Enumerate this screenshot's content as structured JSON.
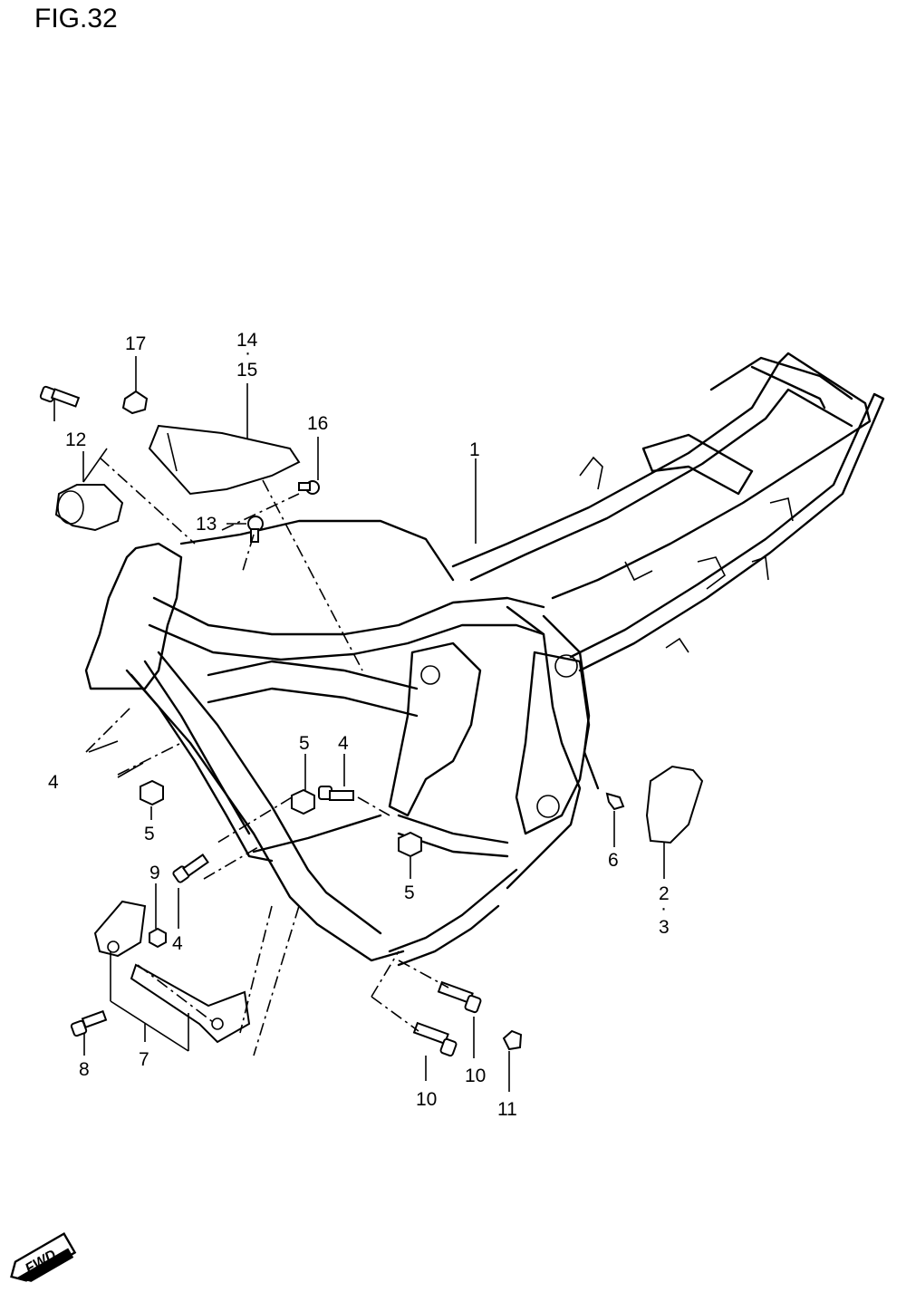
{
  "figure": {
    "title": "FIG.32"
  },
  "callouts": [
    {
      "id": "c1",
      "text": "1"
    },
    {
      "id": "c2",
      "text": "2"
    },
    {
      "id": "c2dot",
      "text": "·"
    },
    {
      "id": "c3",
      "text": "3"
    },
    {
      "id": "c4a",
      "text": "4"
    },
    {
      "id": "c4b",
      "text": "4"
    },
    {
      "id": "c4c",
      "text": "4"
    },
    {
      "id": "c5a",
      "text": "5"
    },
    {
      "id": "c5b",
      "text": "5"
    },
    {
      "id": "c5c",
      "text": "5"
    },
    {
      "id": "c6",
      "text": "6"
    },
    {
      "id": "c7",
      "text": "7"
    },
    {
      "id": "c8",
      "text": "8"
    },
    {
      "id": "c9",
      "text": "9"
    },
    {
      "id": "c10a",
      "text": "10"
    },
    {
      "id": "c10b",
      "text": "10"
    },
    {
      "id": "c11",
      "text": "11"
    },
    {
      "id": "c12",
      "text": "12"
    },
    {
      "id": "c13",
      "text": "13"
    },
    {
      "id": "c14",
      "text": "14"
    },
    {
      "id": "c14dot",
      "text": "·"
    },
    {
      "id": "c15",
      "text": "15"
    },
    {
      "id": "c16",
      "text": "16"
    },
    {
      "id": "c17",
      "text": "17"
    }
  ],
  "fwd_badge": {
    "text": "FWD"
  }
}
